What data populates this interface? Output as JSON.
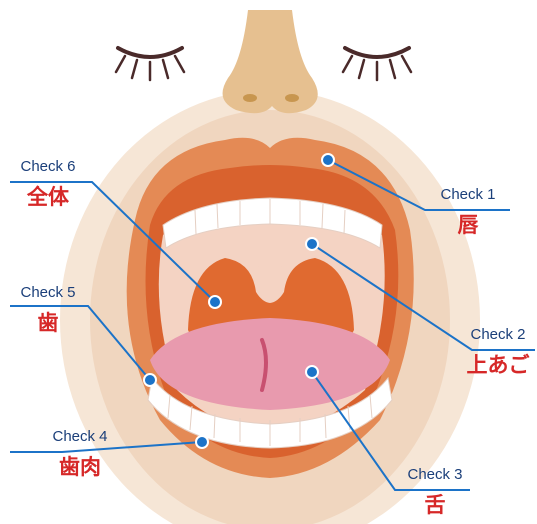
{
  "labels": [
    {
      "id": "check-1",
      "check": "Check 1",
      "term": "唇"
    },
    {
      "id": "check-2",
      "check": "Check 2",
      "term": "上あご"
    },
    {
      "id": "check-3",
      "check": "Check 3",
      "term": "舌"
    },
    {
      "id": "check-4",
      "check": "Check 4",
      "term": "歯肉"
    },
    {
      "id": "check-5",
      "check": "Check 5",
      "term": "歯"
    },
    {
      "id": "check-6",
      "check": "Check 6",
      "term": "全体"
    }
  ],
  "colors": {
    "skin": "#f0d6bf",
    "lips": "#e48a55",
    "lips_inner": "#d9622e",
    "palate": "#f4d3c3",
    "throat": "#e06a30",
    "tongue": "#e89aae",
    "teeth": "#ffffff",
    "eyelash": "#4a2a2a",
    "nose": "#e6c090",
    "leader_line": "#1c73c8",
    "check_text": "#1b3f7a",
    "term_text": "#d62828"
  }
}
